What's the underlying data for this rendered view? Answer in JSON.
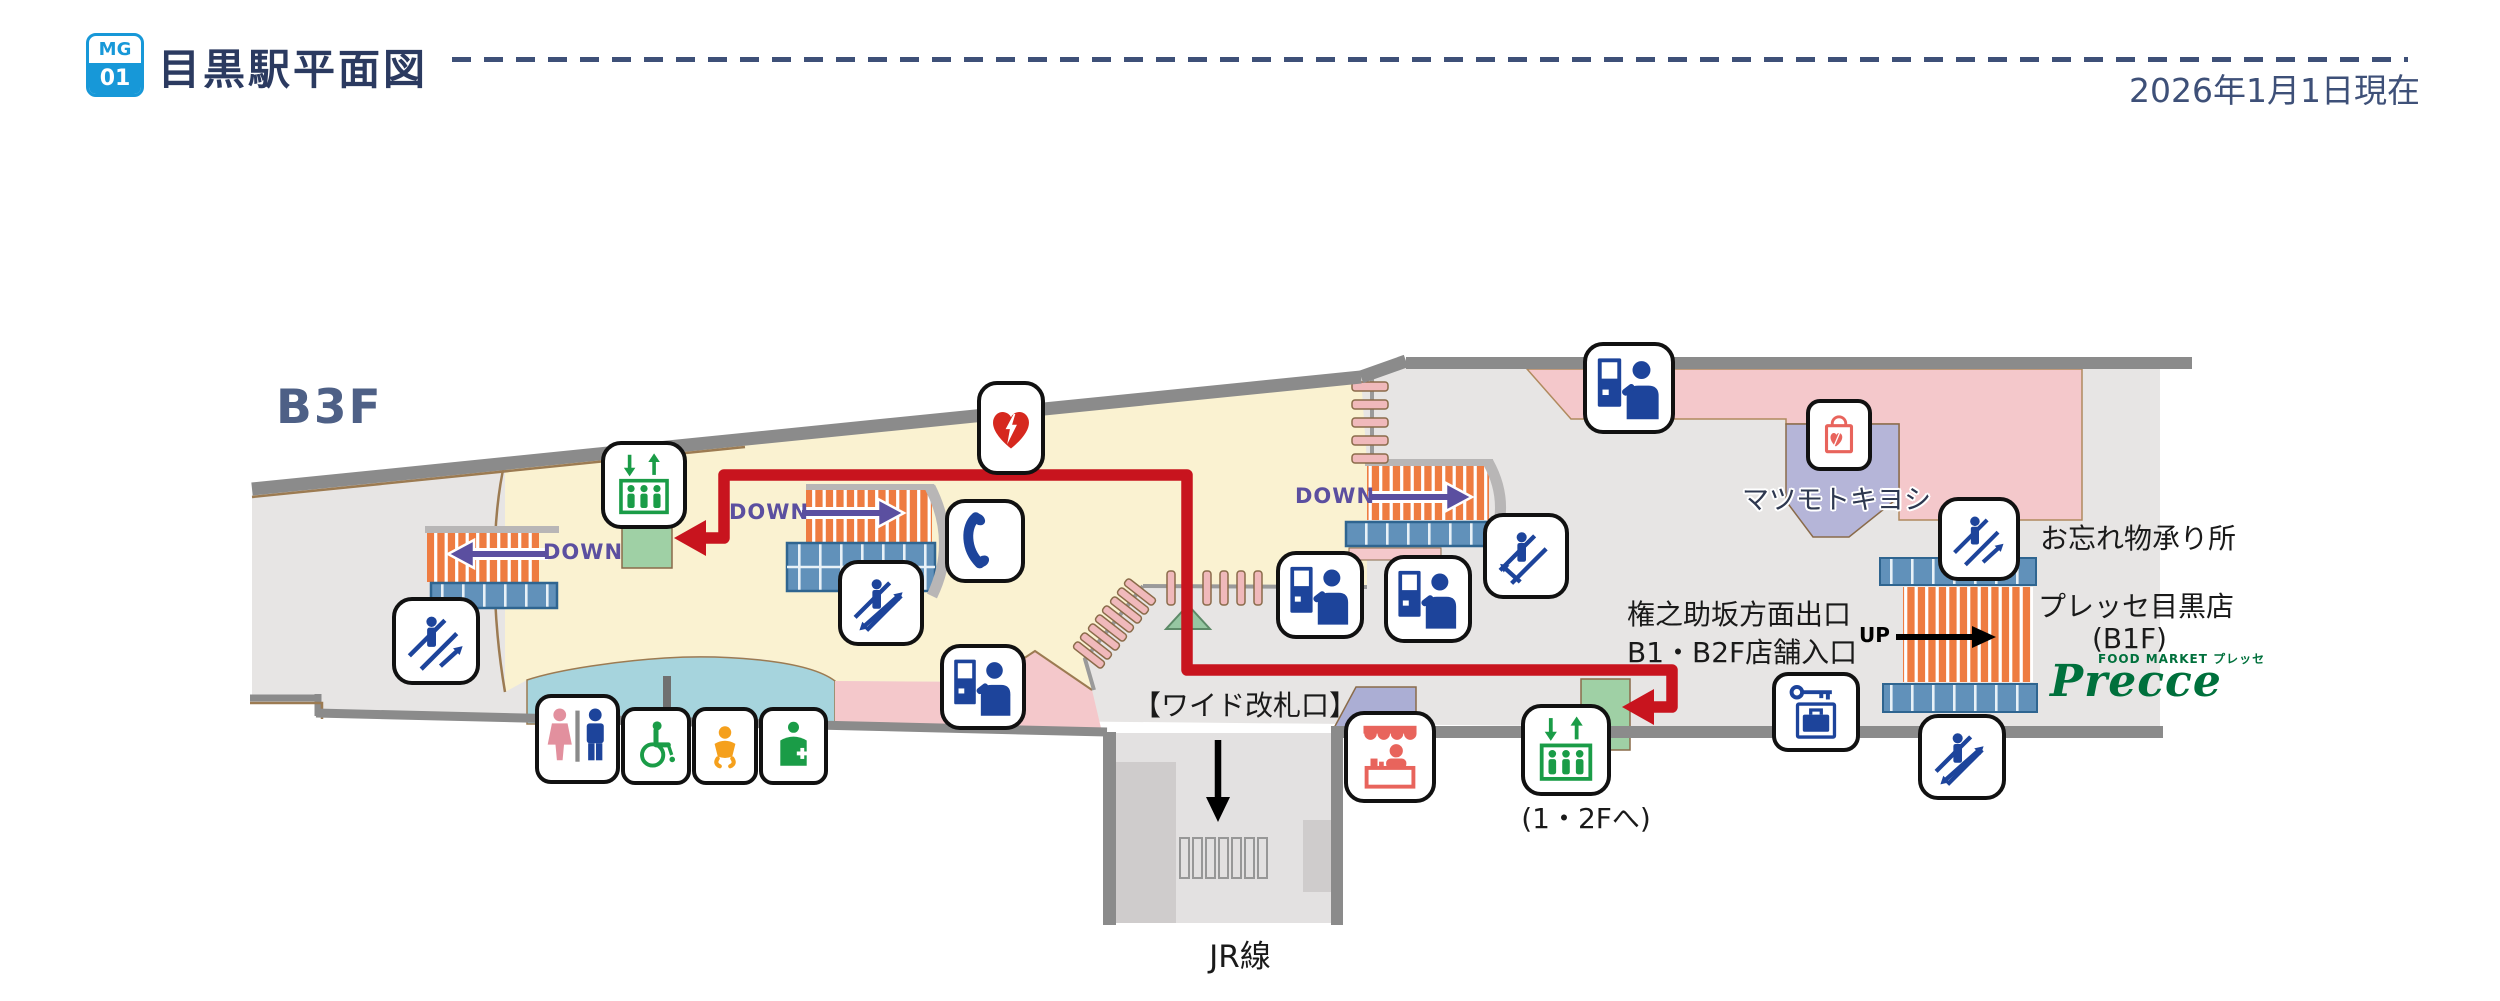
{
  "header": {
    "line_badge": {
      "top": "MG",
      "bottom": "01"
    },
    "title": "目黒駅平面図",
    "as_of_date": "2026年1月1日現在"
  },
  "map": {
    "floor_label": "B3F",
    "labels": {
      "wide_gate": "【ワイド改札口】",
      "jr_line": "JR線",
      "matsumotokiyoshi": "マツモトキヨシ",
      "lost_and_found": "お忘れ物承り所",
      "precce_store_name": "プレッセ目黒店",
      "precce_store_floor": "(B1F)",
      "precce_logo_sub": "FOOD MARKET プレッセ",
      "precce_logo": "Precce",
      "gonnosuke_exit": "権之助坂方面出口",
      "gonnosuke_entrance": "B1・B2F店舗入口",
      "elevator_destination": "(1・2Fへ)",
      "up": "UP",
      "down_left": "DOWN",
      "down_center": "DOWN",
      "down_right": "DOWN"
    },
    "icons": [
      {
        "name": "elevator-left-icon",
        "meaning": "エレベーター"
      },
      {
        "name": "elevator-right-icon",
        "meaning": "エレベーター(1・2Fへ)"
      },
      {
        "name": "aed-icon",
        "meaning": "AED"
      },
      {
        "name": "public-phone-icon",
        "meaning": "公衆電話"
      },
      {
        "name": "escalator-left-icon",
        "meaning": "エスカレーター"
      },
      {
        "name": "escalator-center-icon",
        "meaning": "エスカレーター"
      },
      {
        "name": "escalator-gate-icon",
        "meaning": "エスカレーター"
      },
      {
        "name": "escalator-upper-right-icon",
        "meaning": "エスカレーター"
      },
      {
        "name": "escalator-lower-right-icon",
        "meaning": "エスカレーター"
      },
      {
        "name": "ticket-machine-center-icon",
        "meaning": "きっぷうりば"
      },
      {
        "name": "ticket-machine-gate-left-icon",
        "meaning": "きっぷうりば"
      },
      {
        "name": "ticket-machine-gate-right-icon",
        "meaning": "きっぷうりば"
      },
      {
        "name": "ticket-machine-north-icon",
        "meaning": "きっぷうりば"
      },
      {
        "name": "toilet-icon",
        "meaning": "お手洗い"
      },
      {
        "name": "wheelchair-toilet-icon",
        "meaning": "多機能トイレ"
      },
      {
        "name": "baby-room-icon",
        "meaning": "ベビールーム"
      },
      {
        "name": "first-aid-icon",
        "meaning": "救護室"
      },
      {
        "name": "lost-and-found-icon",
        "meaning": "お忘れ物承り所"
      },
      {
        "name": "kiosk-icon",
        "meaning": "売店"
      },
      {
        "name": "drugstore-icon",
        "meaning": "マツモトキヨシ"
      }
    ],
    "colors": {
      "paid_area": "#faf2d1",
      "public_area": "#e7e5e4",
      "store_pink": "#f4c8cb",
      "store_purple": "#b5b5d8",
      "toilet_blue": "#a6d4dd",
      "stairs_orange": "#ee7c41",
      "escalator_blue": "#6191ba",
      "elevator_shaft_green": "#9fd0a5",
      "route_red": "#c8141e",
      "arrow_purple": "#5b4fa0",
      "wall_gray": "#8b8b8b",
      "line_badge_blue": "#1798d8",
      "title_navy": "#2b3a60",
      "precce_green": "#00703c"
    }
  }
}
